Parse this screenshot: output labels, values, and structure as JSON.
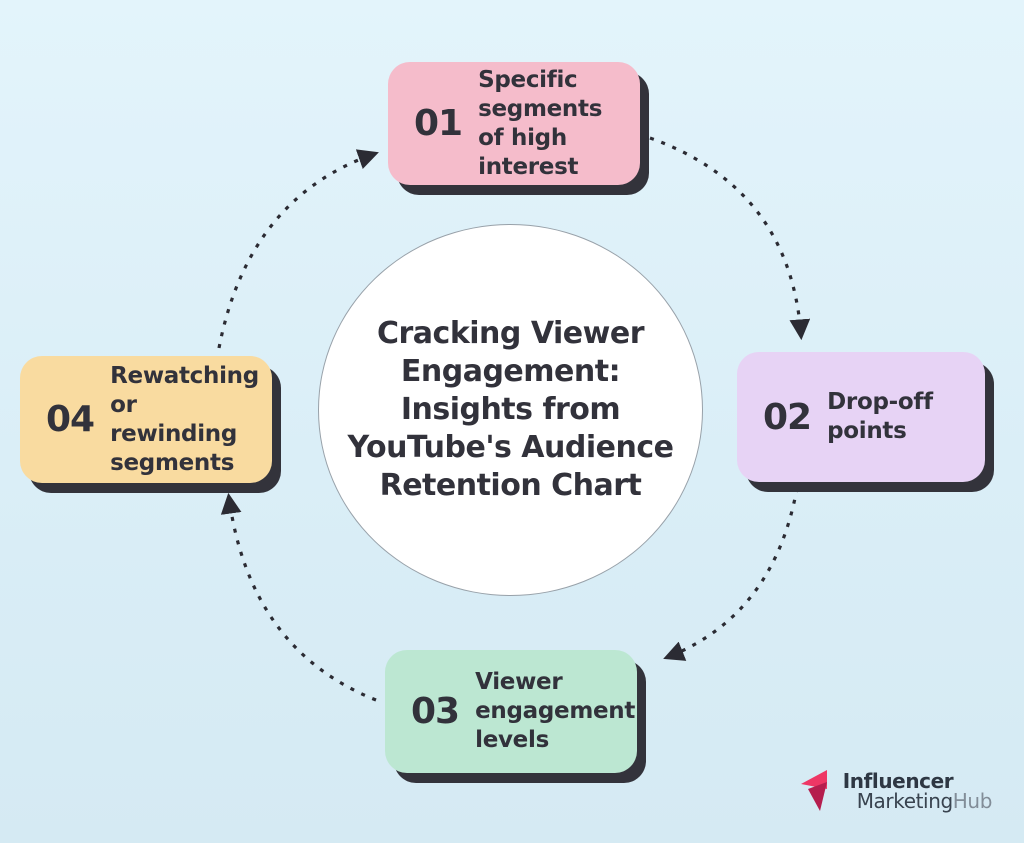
{
  "center": {
    "title": "Cracking Viewer Engagement: Insights from YouTube's Audience Retention Chart"
  },
  "items": [
    {
      "number": "01",
      "label": "Specific segments of high interest",
      "color": "#f5bccb"
    },
    {
      "number": "02",
      "label": "Drop-off points",
      "color": "#e7d3f5"
    },
    {
      "number": "03",
      "label": "Viewer engagement levels",
      "color": "#bce7d2"
    },
    {
      "number": "04",
      "label": "Rewatching or rewinding segments",
      "color": "#f9dba0"
    }
  ],
  "colors": {
    "background": "#daeef7",
    "arrow": "#2b2b33",
    "shadow": "#33333b",
    "text_dark": "#32323b",
    "logo_pink": "#ee3765",
    "logo_dark_pink": "#b51e4e"
  },
  "logo": {
    "line1": "Influencer",
    "line2_part1": "Marketing",
    "line2_part2": "Hub"
  }
}
